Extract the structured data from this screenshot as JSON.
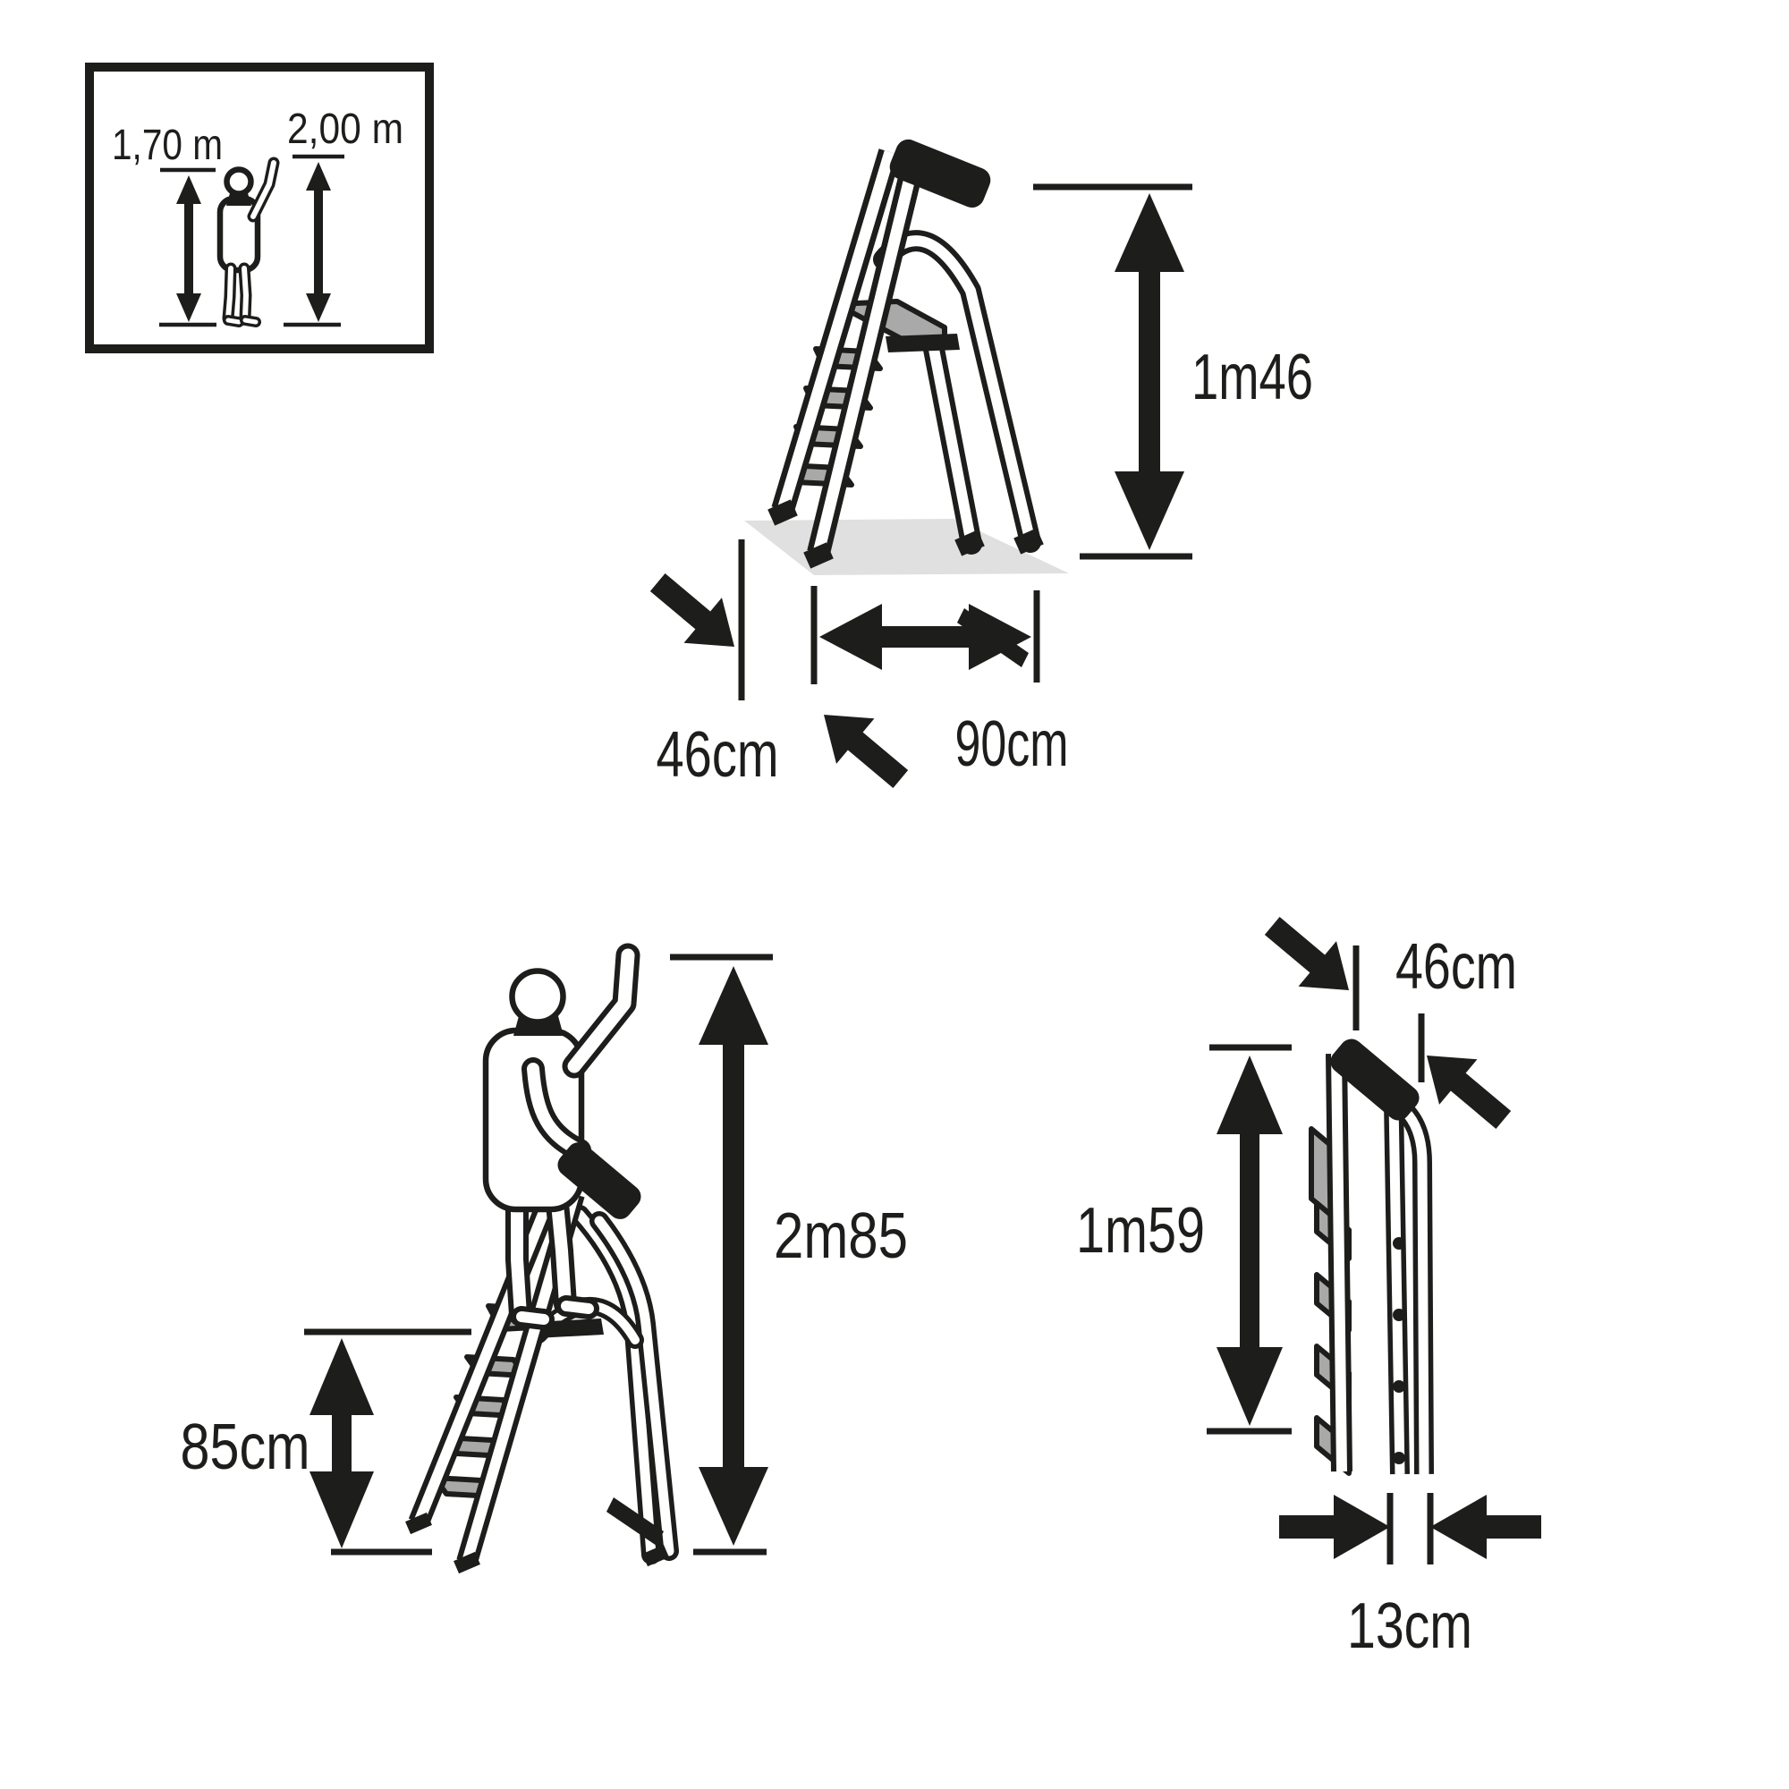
{
  "colors": {
    "background": "#ffffff",
    "ink": "#1d1d1b",
    "step_gray": "#a9a9a9",
    "floor_gray": "#e0e0e0"
  },
  "legend_box": {
    "person_height_label": "1,70 m",
    "reach_height_label": "2,00 m"
  },
  "open_ladder_diagram": {
    "height_label": "1m46",
    "depth_label": "46cm",
    "width_label": "90cm"
  },
  "working_height_diagram": {
    "working_height_label": "2m85",
    "platform_height_label": "85cm"
  },
  "folded_ladder_diagram": {
    "height_label": "1m59",
    "width_label": "46cm",
    "depth_label": "13cm"
  }
}
